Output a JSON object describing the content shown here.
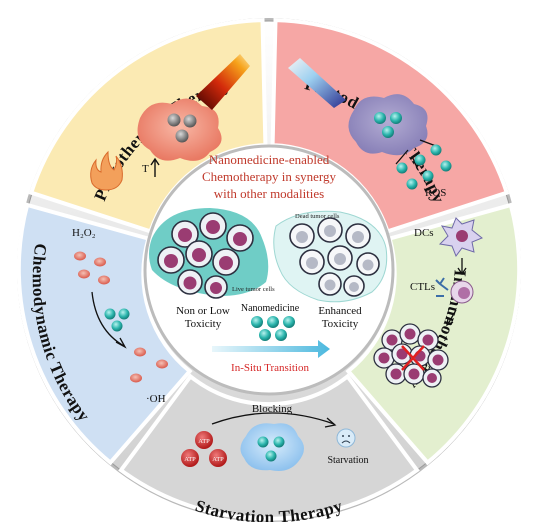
{
  "center": {
    "title_lines": [
      "Nanomedicine-enabled",
      "Chemotherapy in synergy",
      "with other modalities"
    ],
    "dead_cells_label": "Dead tumor cells",
    "live_cells_label": "Live tumor cells",
    "left_text_lines": [
      "Non or Low",
      "Toxicity"
    ],
    "right_text_lines": [
      "Enhanced",
      "Toxicity"
    ],
    "nanomedicine_label": "Nanomedicine",
    "transition_label": "In-Situ Transition"
  },
  "segments": {
    "photothermal": {
      "title": "Photothermal Therapy",
      "temp_label": "T"
    },
    "photodynamic": {
      "title": "Photodynamic Therapy",
      "ros_label": "ROS"
    },
    "immunotherapy": {
      "title": "Immunotherapy",
      "dcs_label": "DCs",
      "ctls_label": "CTLs"
    },
    "starvation": {
      "title": "Starvation Therapy",
      "blocking_label": "Blocking",
      "starvation_label": "Starvation",
      "atp_label": "ATP"
    },
    "chemodynamic": {
      "title": "Chemodynamic Therapy",
      "h2o2_label": "H₂O₂",
      "oh_label": "·OH"
    }
  },
  "colors": {
    "photothermal_bg": "#fbeab3",
    "photodynamic_bg": "#f6a7a5",
    "immunotherapy_bg": "#e3efcf",
    "starvation_bg": "#d6d6d6",
    "chemodynamic_bg": "#cfe0f3",
    "title_red": "#c0392b",
    "nano_teal": "#2bb5ad",
    "transition_red": "#d62828"
  }
}
